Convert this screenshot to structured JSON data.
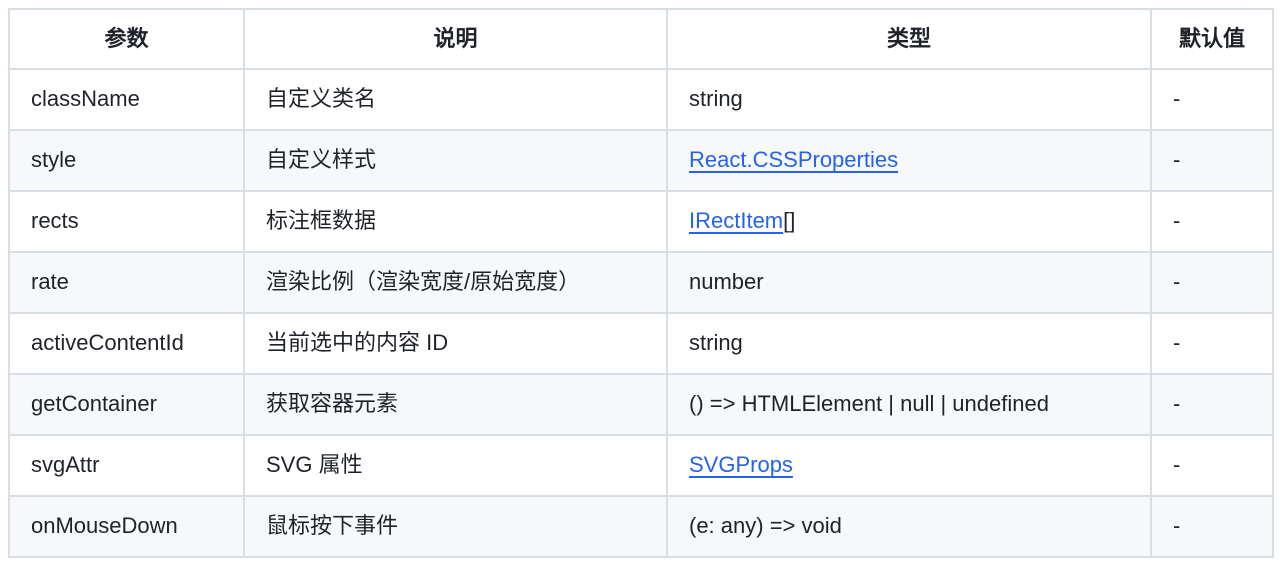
{
  "table": {
    "headers": {
      "param": "参数",
      "desc": "说明",
      "type": "类型",
      "default": "默认值"
    },
    "rows": [
      {
        "param": "className",
        "desc": "自定义类名",
        "type_plain": "string",
        "default": "-"
      },
      {
        "param": "style",
        "desc": "自定义样式",
        "type_link": "React.CSSProperties",
        "default": "-"
      },
      {
        "param": "rects",
        "desc": "标注框数据",
        "type_link": "IRectItem",
        "type_suffix": "[]",
        "default": "-"
      },
      {
        "param": "rate",
        "desc": "渲染比例（渲染宽度/原始宽度）",
        "type_plain": "number",
        "default": "-"
      },
      {
        "param": "activeContentId",
        "desc": "当前选中的内容 ID",
        "type_plain": "string",
        "default": "-"
      },
      {
        "param": "getContainer",
        "desc": "获取容器元素",
        "type_plain": "() => HTMLElement | null | undefined",
        "default": "-"
      },
      {
        "param": "svgAttr",
        "desc": "SVG 属性",
        "type_link": "SVGProps",
        "default": "-"
      },
      {
        "param": "onMouseDown",
        "desc": "鼠标按下事件",
        "type_plain": "(e: any) => void",
        "default": "-"
      }
    ],
    "colors": {
      "link": "#2563eb",
      "border": "#d8dee4",
      "stripe_background": "#f6f8fa",
      "text": "#1f2329"
    }
  }
}
